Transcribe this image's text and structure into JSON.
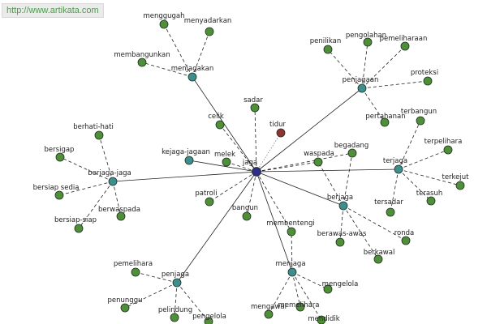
{
  "watermark": "http://www.artikata.com",
  "colors": {
    "center": "#2e2e86",
    "hub": "#3d8f8f",
    "leaf": "#4f8f3a",
    "highlight": "#8f3333"
  },
  "center": {
    "id": "jaga",
    "label": "jaga"
  },
  "nodes": [
    {
      "id": "jaga",
      "label": "jaga",
      "type": "center"
    },
    {
      "id": "menjagakan",
      "label": "menjagakan",
      "type": "hub"
    },
    {
      "id": "penjagaan",
      "label": "penjagaan",
      "type": "hub"
    },
    {
      "id": "berjaga-jaga",
      "label": "berjaga-jaga",
      "type": "hub"
    },
    {
      "id": "terjaga",
      "label": "terjaga",
      "type": "hub"
    },
    {
      "id": "berjaga",
      "label": "berjaga",
      "type": "hub"
    },
    {
      "id": "menjaga",
      "label": "menjaga",
      "type": "hub"
    },
    {
      "id": "penjaga",
      "label": "penjaga",
      "type": "hub"
    },
    {
      "id": "kejaga-jagaan",
      "label": "kejaga-jagaan",
      "type": "hub"
    },
    {
      "id": "tidur",
      "label": "tidur",
      "type": "highlight"
    },
    {
      "id": "sadar",
      "label": "sadar",
      "type": "leaf"
    },
    {
      "id": "celik",
      "label": "celik",
      "type": "leaf"
    },
    {
      "id": "melek",
      "label": "melek",
      "type": "leaf"
    },
    {
      "id": "patroli",
      "label": "patroli",
      "type": "leaf"
    },
    {
      "id": "bangun",
      "label": "bangun",
      "type": "leaf"
    },
    {
      "id": "membentengi",
      "label": "membentengi",
      "type": "leaf"
    },
    {
      "id": "waspada",
      "label": "waspada",
      "type": "leaf"
    },
    {
      "id": "begadang",
      "label": "begadang",
      "type": "leaf"
    },
    {
      "id": "menggugah",
      "label": "menggugah",
      "type": "leaf"
    },
    {
      "id": "menyadarkan",
      "label": "menyadarkan",
      "type": "leaf"
    },
    {
      "id": "membangunkan",
      "label": "membangunkan",
      "type": "leaf"
    },
    {
      "id": "penilikan",
      "label": "penilikan",
      "type": "leaf"
    },
    {
      "id": "pengolahan",
      "label": "pengolahan",
      "type": "leaf"
    },
    {
      "id": "pemeliharaan",
      "label": "pemeliharaan",
      "type": "leaf"
    },
    {
      "id": "proteksi",
      "label": "proteksi",
      "type": "leaf"
    },
    {
      "id": "pertahanan",
      "label": "pertahanan",
      "type": "leaf"
    },
    {
      "id": "berhati-hati",
      "label": "berhati-hati",
      "type": "leaf"
    },
    {
      "id": "bersigap",
      "label": "bersigap",
      "type": "leaf"
    },
    {
      "id": "bersiap-sedia",
      "label": "bersiap sedia",
      "type": "leaf"
    },
    {
      "id": "bersiap-siap",
      "label": "bersiap-siap",
      "type": "leaf"
    },
    {
      "id": "berwaspada",
      "label": "berwaspada",
      "type": "leaf"
    },
    {
      "id": "terbangun",
      "label": "terbangun",
      "type": "leaf"
    },
    {
      "id": "terpelihara",
      "label": "terpelihara",
      "type": "leaf"
    },
    {
      "id": "terkejut",
      "label": "terkejut",
      "type": "leaf"
    },
    {
      "id": "tersadar",
      "label": "tersadar",
      "type": "leaf"
    },
    {
      "id": "terasuh",
      "label": "terasuh",
      "type": "leaf"
    },
    {
      "id": "berawas-awas",
      "label": "berawas-awas",
      "type": "leaf"
    },
    {
      "id": "ronda",
      "label": "ronda",
      "type": "leaf"
    },
    {
      "id": "berkawal",
      "label": "berkawal",
      "type": "leaf"
    },
    {
      "id": "mengelola",
      "label": "mengelola",
      "type": "leaf"
    },
    {
      "id": "mengawal",
      "label": "mengawal",
      "type": "leaf"
    },
    {
      "id": "memelihara",
      "label": "memelihara",
      "type": "leaf"
    },
    {
      "id": "mendidik",
      "label": "mendidik",
      "type": "leaf"
    },
    {
      "id": "pemelihara",
      "label": "pemelihara",
      "type": "leaf"
    },
    {
      "id": "penunggu",
      "label": "penunggu",
      "type": "leaf"
    },
    {
      "id": "pelindung",
      "label": "pelindung",
      "type": "leaf"
    },
    {
      "id": "pengelola",
      "label": "pengelola",
      "type": "leaf"
    }
  ],
  "edges": [
    {
      "from": "jaga",
      "to": "menjagakan",
      "style": "solid"
    },
    {
      "from": "jaga",
      "to": "penjagaan",
      "style": "solid"
    },
    {
      "from": "jaga",
      "to": "berjaga-jaga",
      "style": "solid"
    },
    {
      "from": "jaga",
      "to": "terjaga",
      "style": "solid"
    },
    {
      "from": "jaga",
      "to": "berjaga",
      "style": "solid"
    },
    {
      "from": "jaga",
      "to": "menjaga",
      "style": "solid"
    },
    {
      "from": "jaga",
      "to": "penjaga",
      "style": "solid"
    },
    {
      "from": "jaga",
      "to": "kejaga-jagaan",
      "style": "solid"
    },
    {
      "from": "jaga",
      "to": "tidur",
      "style": "dotted"
    },
    {
      "from": "jaga",
      "to": "sadar",
      "style": "dashed"
    },
    {
      "from": "jaga",
      "to": "celik",
      "style": "dashed"
    },
    {
      "from": "jaga",
      "to": "melek",
      "style": "dashed"
    },
    {
      "from": "jaga",
      "to": "patroli",
      "style": "dashed"
    },
    {
      "from": "jaga",
      "to": "bangun",
      "style": "dashed"
    },
    {
      "from": "jaga",
      "to": "membentengi",
      "style": "dashed"
    },
    {
      "from": "jaga",
      "to": "waspada",
      "style": "dashed"
    },
    {
      "from": "jaga",
      "to": "begadang",
      "style": "dashed"
    },
    {
      "from": "menjagakan",
      "to": "menggugah",
      "style": "dashed"
    },
    {
      "from": "menjagakan",
      "to": "menyadarkan",
      "style": "dashed"
    },
    {
      "from": "menjagakan",
      "to": "membangunkan",
      "style": "dashed"
    },
    {
      "from": "penjagaan",
      "to": "penilikan",
      "style": "dashed"
    },
    {
      "from": "penjagaan",
      "to": "pengolahan",
      "style": "dashed"
    },
    {
      "from": "penjagaan",
      "to": "pemeliharaan",
      "style": "dashed"
    },
    {
      "from": "penjagaan",
      "to": "proteksi",
      "style": "dashed"
    },
    {
      "from": "penjagaan",
      "to": "pertahanan",
      "style": "dashed"
    },
    {
      "from": "berjaga-jaga",
      "to": "berhati-hati",
      "style": "dashed"
    },
    {
      "from": "berjaga-jaga",
      "to": "bersigap",
      "style": "dashed"
    },
    {
      "from": "berjaga-jaga",
      "to": "bersiap-sedia",
      "style": "dashed"
    },
    {
      "from": "berjaga-jaga",
      "to": "bersiap-siap",
      "style": "dashed"
    },
    {
      "from": "berjaga-jaga",
      "to": "berwaspada",
      "style": "dashed"
    },
    {
      "from": "terjaga",
      "to": "terbangun",
      "style": "dashed"
    },
    {
      "from": "terjaga",
      "to": "terpelihara",
      "style": "dashed"
    },
    {
      "from": "terjaga",
      "to": "terkejut",
      "style": "dashed"
    },
    {
      "from": "terjaga",
      "to": "tersadar",
      "style": "dashed"
    },
    {
      "from": "terjaga",
      "to": "terasuh",
      "style": "dashed"
    },
    {
      "from": "berjaga",
      "to": "waspada",
      "style": "dashed"
    },
    {
      "from": "berjaga",
      "to": "begadang",
      "style": "dashed"
    },
    {
      "from": "berjaga",
      "to": "berawas-awas",
      "style": "dashed"
    },
    {
      "from": "berjaga",
      "to": "ronda",
      "style": "dashed"
    },
    {
      "from": "berjaga",
      "to": "berkawal",
      "style": "dashed"
    },
    {
      "from": "menjaga",
      "to": "membentengi",
      "style": "dashed"
    },
    {
      "from": "menjaga",
      "to": "mengelola",
      "style": "dashed"
    },
    {
      "from": "menjaga",
      "to": "mengawal",
      "style": "dashed"
    },
    {
      "from": "menjaga",
      "to": "memelihara",
      "style": "dashed"
    },
    {
      "from": "menjaga",
      "to": "mendidik",
      "style": "dashed"
    },
    {
      "from": "penjaga",
      "to": "pemelihara",
      "style": "dashed"
    },
    {
      "from": "penjaga",
      "to": "penunggu",
      "style": "dashed"
    },
    {
      "from": "penjaga",
      "to": "pelindung",
      "style": "dashed"
    },
    {
      "from": "penjaga",
      "to": "pengelola",
      "style": "dashed"
    }
  ]
}
